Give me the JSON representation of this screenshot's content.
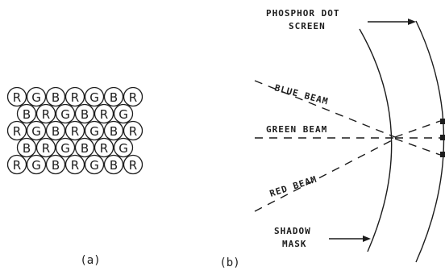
{
  "panel_a": {
    "caption": "(a)",
    "rows": [
      [
        "R",
        "G",
        "B",
        "R",
        "G",
        "B",
        "R"
      ],
      [
        "B",
        "R",
        "G",
        "B",
        "R",
        "G"
      ],
      [
        "R",
        "G",
        "B",
        "R",
        "G",
        "B",
        "R"
      ],
      [
        "B",
        "R",
        "G",
        "B",
        "R",
        "G"
      ],
      [
        "R",
        "G",
        "B",
        "R",
        "G",
        "B",
        "R"
      ]
    ]
  },
  "panel_b": {
    "caption": "(b)",
    "screen_label_1": "PHOSPHOR DOT",
    "screen_label_2": "SCREEN",
    "blue_beam": "BLUE BEAM",
    "green_beam": "GREEN BEAM",
    "red_beam": "RED BEAM",
    "mask_label_1": "SHADOW",
    "mask_label_2": "MASK"
  }
}
